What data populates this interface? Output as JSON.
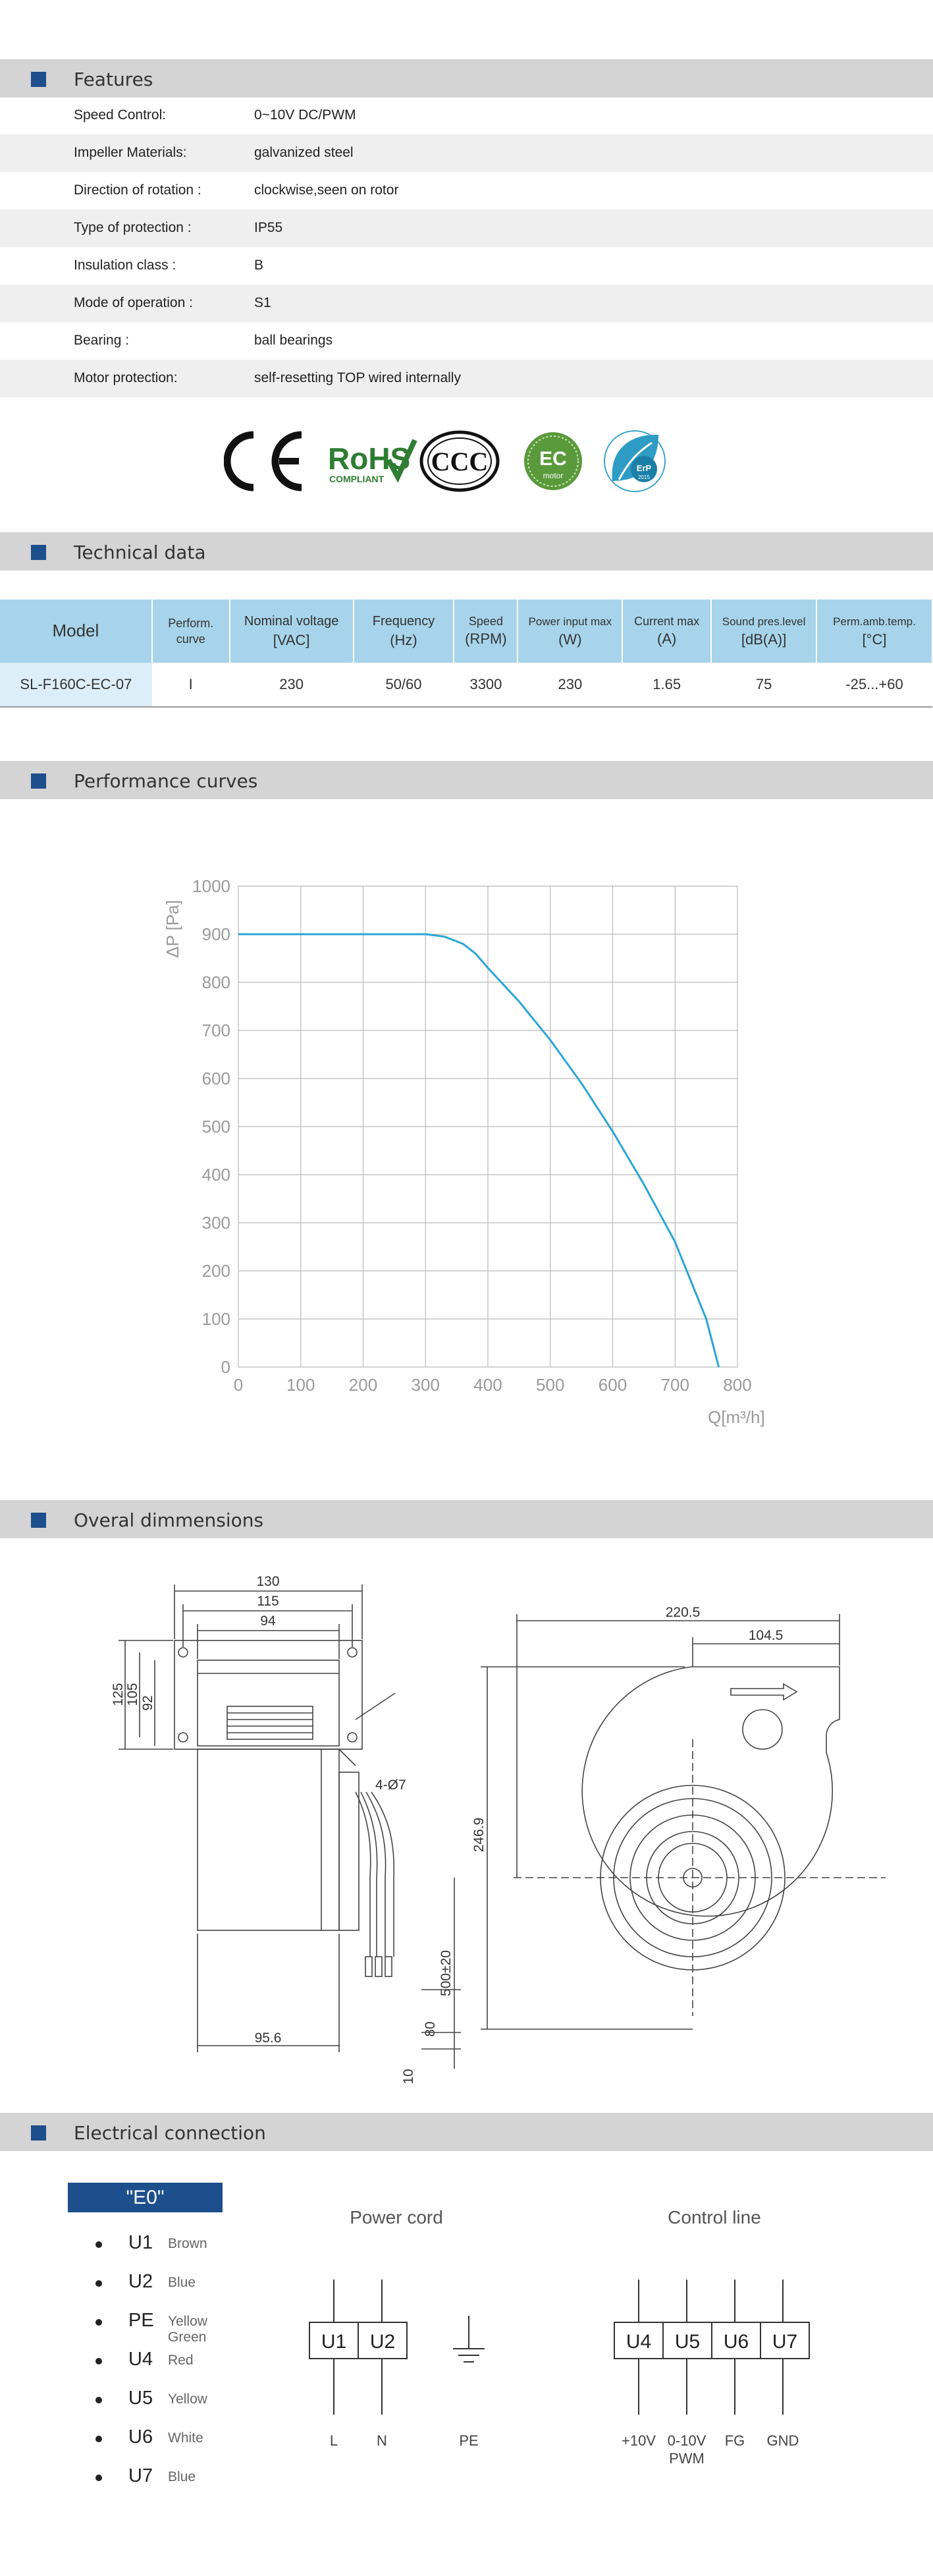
{
  "sections": {
    "features": "Features",
    "technical": "Technical data",
    "performance": "Performance curves",
    "dimensions": "Overal dimmensions",
    "electrical": "Electrical  connection"
  },
  "features": [
    {
      "k": "Speed Control:",
      "v": "0~10V DC/PWM"
    },
    {
      "k": "Impeller  Materials:",
      "v": "galvanized steel"
    },
    {
      "k": "Direction  of  rotation  :",
      "v": "clockwise,seen on rotor"
    },
    {
      "k": "Type of protection :",
      "v": "IP55"
    },
    {
      "k": "Insulation  class :",
      "v": "B"
    },
    {
      "k": "Mode of operation :",
      "v": "S1"
    },
    {
      "k": "Bearing :",
      "v": "ball  bearings"
    },
    {
      "k": "Motor protection:",
      "v": "self-resetting TOP wired internally"
    }
  ],
  "certs": {
    "ce": "CE",
    "rohs": "RoHS",
    "rohs_sub": "COMPLIANT",
    "ccc": "CCC",
    "ec": "EC",
    "ec_sub": "motor",
    "erp": "ErP",
    "erp_year": "2015"
  },
  "tech": {
    "headers": [
      {
        "a": "Model",
        "b": ""
      },
      {
        "a": "Perform.",
        "b": "curve"
      },
      {
        "a": "Nominal  voltage",
        "b": "[VAC]"
      },
      {
        "a": "Frequency",
        "b": "(Hz)"
      },
      {
        "a": "Speed",
        "b": "(RPM)"
      },
      {
        "a": "Power input max",
        "b": "(W)"
      },
      {
        "a": "Current  max",
        "b": "(A)"
      },
      {
        "a": "Sound pres.level",
        "b": "[dB(A)]"
      },
      {
        "a": "Perm.amb.temp.",
        "b": "[°C]"
      }
    ],
    "row": [
      "SL-F160C-EC-07",
      "I",
      "230",
      "50/60",
      "3300",
      "230",
      "1.65",
      "75",
      "-25...+60"
    ]
  },
  "chart_data": {
    "type": "line",
    "xlabel": "Q[m³/h]",
    "ylabel": "ΔP [Pa]",
    "xlim": [
      0,
      800
    ],
    "ylim": [
      0,
      1000
    ],
    "x_ticks": [
      0,
      100,
      200,
      300,
      400,
      500,
      600,
      700,
      800
    ],
    "y_ticks": [
      0,
      100,
      200,
      300,
      400,
      500,
      600,
      700,
      800,
      900,
      1000
    ],
    "grid": true,
    "series": [
      {
        "x": [
          0,
          100,
          200,
          300,
          330,
          360,
          380,
          400,
          450,
          500,
          550,
          600,
          650,
          700,
          750,
          770
        ],
        "y": [
          900,
          900,
          900,
          900,
          895,
          880,
          860,
          830,
          760,
          680,
          590,
          490,
          380,
          260,
          100,
          0
        ]
      }
    ],
    "line_color": "#2aa6d6"
  },
  "dimensions": {
    "front": {
      "w130": "130",
      "w115": "115",
      "w94": "94",
      "h125": "125",
      "h105": "105",
      "h92": "92",
      "hole": "4-Ø7",
      "cable": "500±20",
      "d80": "80",
      "d10": "10",
      "d956": "95.6"
    },
    "side": {
      "w2205": "220.5",
      "w1045": "104.5",
      "h2469": "246.9"
    }
  },
  "electrical": {
    "label": "\"E0\"",
    "legend": [
      {
        "code": "U1",
        "color": "Brown"
      },
      {
        "code": "U2",
        "color": "Blue"
      },
      {
        "code": "PE",
        "color": "Yellow Green"
      },
      {
        "code": "U4",
        "color": "Red"
      },
      {
        "code": "U5",
        "color": "Yellow"
      },
      {
        "code": "U6",
        "color": "White"
      },
      {
        "code": "U7",
        "color": "Blue"
      }
    ],
    "power": {
      "title": "Power cord",
      "boxes": [
        "U1",
        "U2"
      ],
      "labels": [
        "L",
        "N",
        "PE"
      ]
    },
    "control": {
      "title": "Control line",
      "boxes": [
        "U4",
        "U5",
        "U6",
        "U7"
      ],
      "labels": [
        "+10V",
        "0-10V",
        "FG",
        "GND"
      ],
      "sub": "PWM"
    }
  }
}
